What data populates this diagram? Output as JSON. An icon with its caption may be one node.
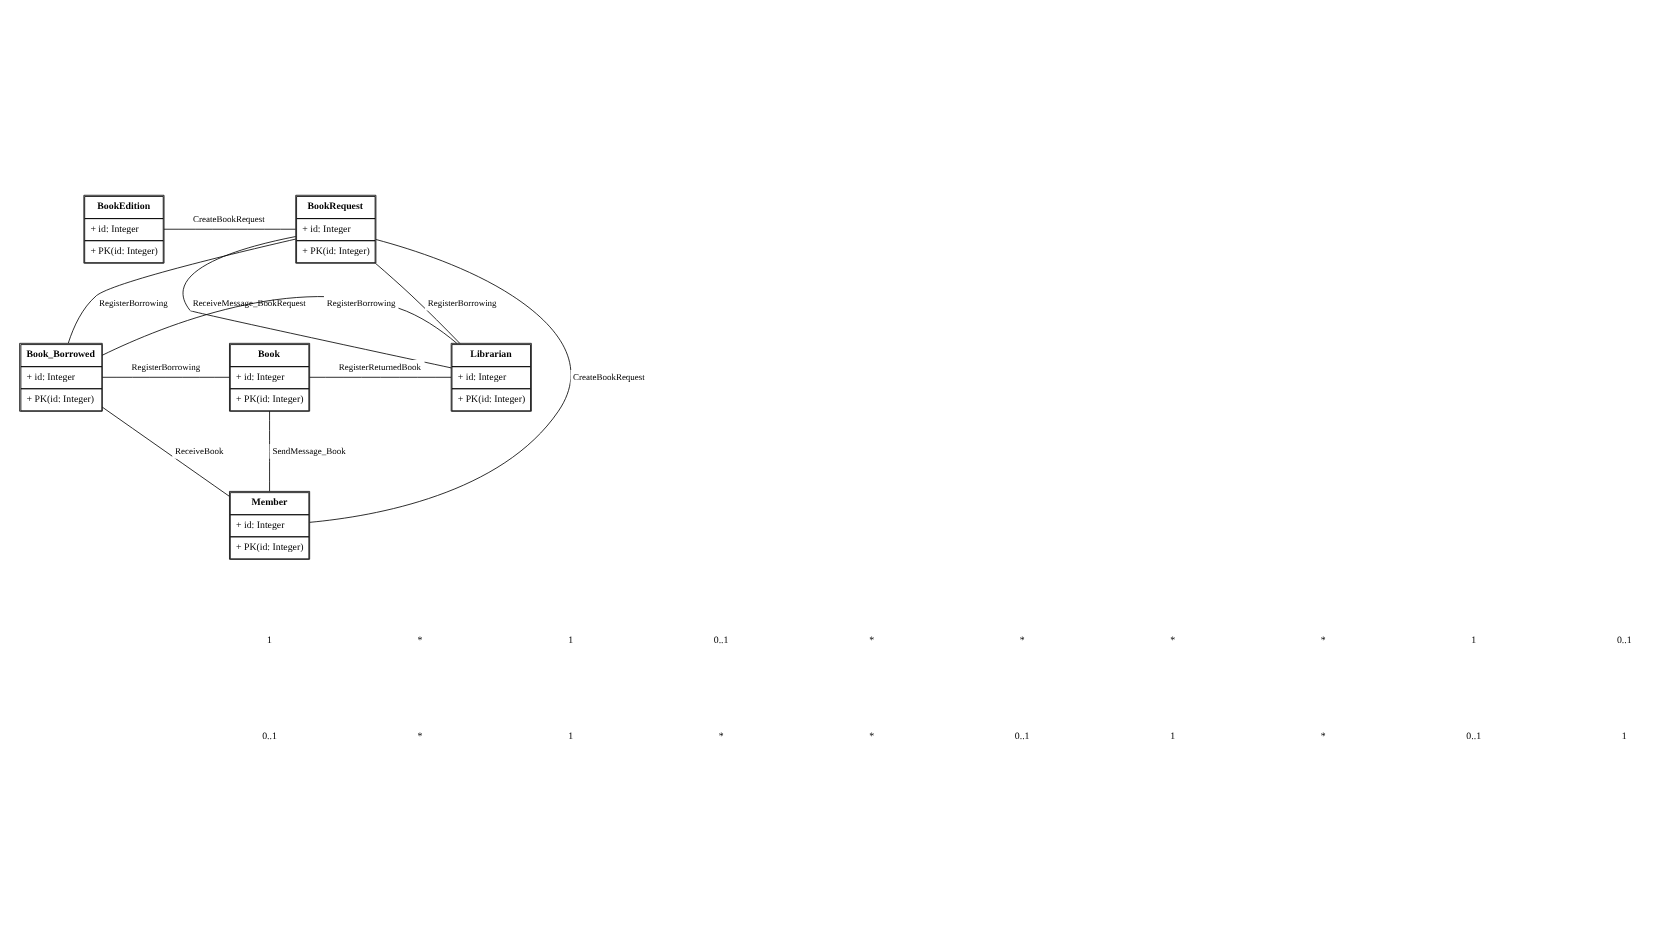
{
  "diagram": {
    "nodes": [
      {
        "text": [
          "BookEdition",
          "+ id: Integer",
          "+ PK(id: Integer)"
        ]
      },
      {
        "text": [
          "BookRequest",
          "+ id: Integer",
          "+ PK(id: Integer)"
        ]
      },
      {
        "text": [
          "Book_Borrowed",
          "+ id: Integer",
          "+ PK(id: Integer)"
        ]
      },
      {
        "text": [
          "Book",
          "+ id: Integer",
          "+ PK(id: Integer)"
        ]
      },
      {
        "text": [
          "Librarian",
          "+ id: Integer",
          "+ PK(id: Integer)"
        ]
      },
      {
        "text": [
          "Member",
          "+ id: Integer",
          "+ PK(id: Integer)"
        ]
      }
    ],
    "edges": [
      {
        "from": 0,
        "to": 1,
        "arrow": "none",
        "label": "CreateBookRequest"
      },
      {
        "from": 1,
        "to": 2,
        "arrow": "none",
        "label": "RegisterBorrowing"
      },
      {
        "from": 2,
        "to": 4,
        "arrow": "none",
        "label": "RegisterBorrowing"
      },
      {
        "from": 2,
        "to": 3,
        "arrow": "none",
        "label": "RegisterBorrowing"
      },
      {
        "from": 1,
        "to": 4,
        "arrow": "none",
        "label": "ReceiveMessage_BookRequest"
      },
      {
        "from": 1,
        "to": 4,
        "arrow": "none",
        "label": "RegisterBorrowing"
      },
      {
        "from": 2,
        "to": 5,
        "arrow": "none",
        "label": "ReceiveBook"
      },
      {
        "from": 5,
        "to": 3,
        "arrow": "none",
        "label": "SendMessage_Book"
      },
      {
        "from": 3,
        "to": 4,
        "arrow": "none",
        "label": "RegisterReturnedBook"
      },
      {
        "from": 5,
        "to": 1,
        "arrow": "none",
        "label": "CreateBookRequest"
      }
    ],
    "labels": [
      "1",
      "*",
      "1",
      "0..1",
      "*",
      "*",
      "*",
      "*",
      "1",
      "0..1",
      "0..1",
      "*",
      "1",
      "*",
      "*",
      "0..1",
      "1",
      "*",
      "0..1",
      "1"
    ]
  }
}
